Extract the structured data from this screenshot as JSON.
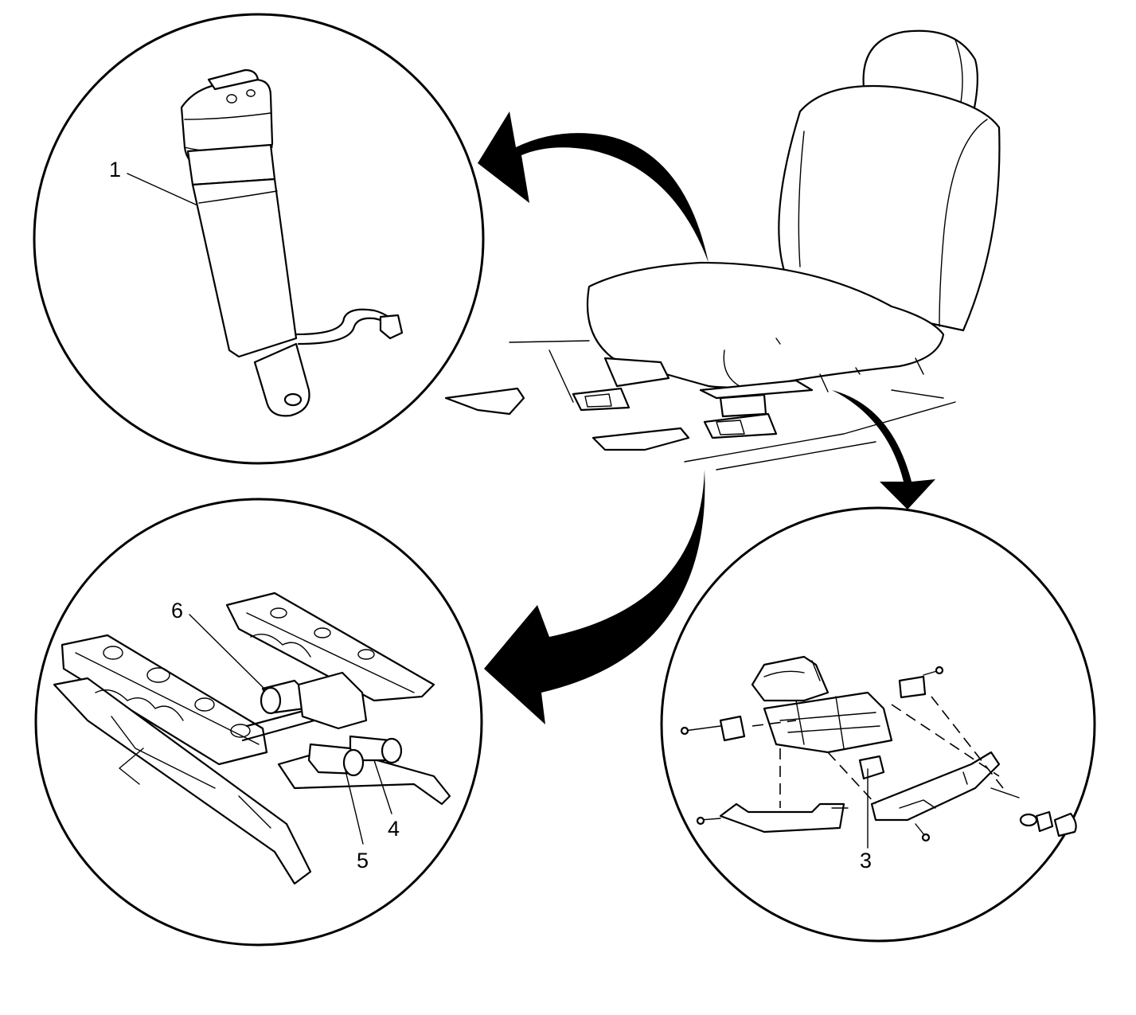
{
  "callouts": {
    "c1": "1",
    "c3": "3",
    "c4": "4",
    "c5": "5",
    "c6": "6"
  },
  "colors": {
    "line": "#000000",
    "background": "#ffffff"
  }
}
